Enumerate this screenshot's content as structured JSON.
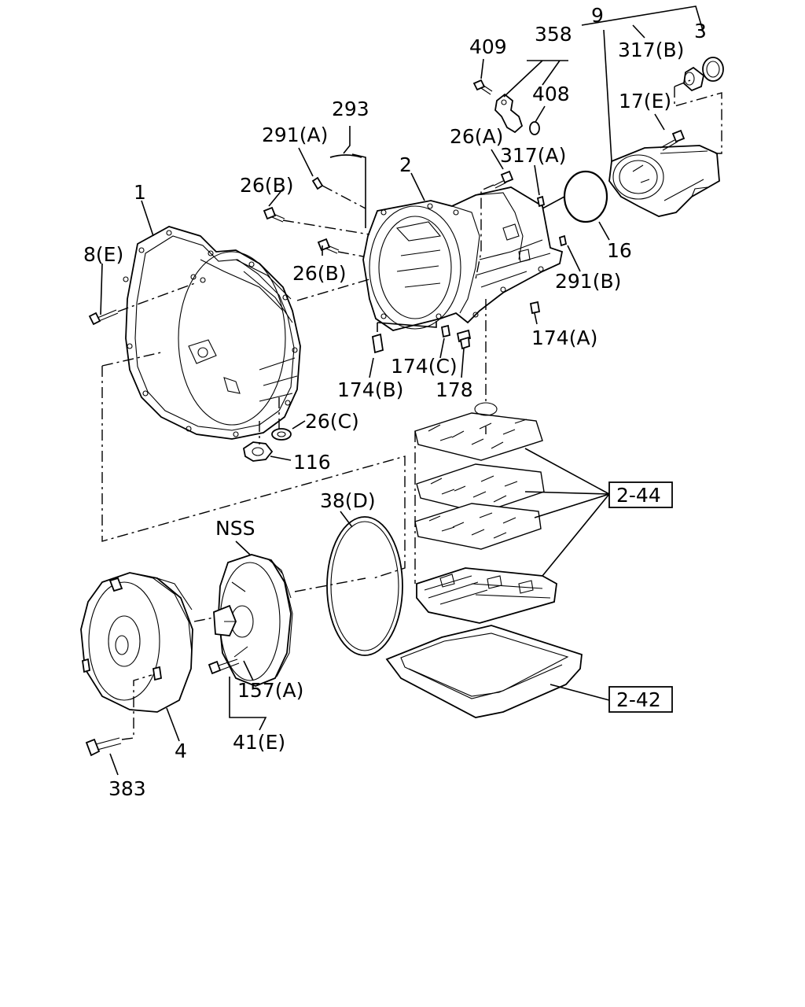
{
  "labels": {
    "l_9": "9",
    "l_358": "358",
    "l_3": "3",
    "l_409": "409",
    "l_317b": "317(B)",
    "l_408": "408",
    "l_293": "293",
    "l_17e": "17(E)",
    "l_291a": "291(A)",
    "l_26a": "26(A)",
    "l_317a": "317(A)",
    "l_2": "2",
    "l_26b_top": "26(B)",
    "l_1": "1",
    "l_16": "16",
    "l_8e": "8(E)",
    "l_26b_mid": "26(B)",
    "l_291b": "291(B)",
    "l_174a": "174(A)",
    "l_174c": "174(C)",
    "l_174b": "174(B)",
    "l_178": "178",
    "l_26c": "26(C)",
    "l_116": "116",
    "l_38d": "38(D)",
    "l_nss": "NSS",
    "l_157a": "157(A)",
    "l_41e": "41(E)",
    "l_4": "4",
    "l_383": "383",
    "ref_2_44": "2-44",
    "ref_2_42": "2-42"
  }
}
